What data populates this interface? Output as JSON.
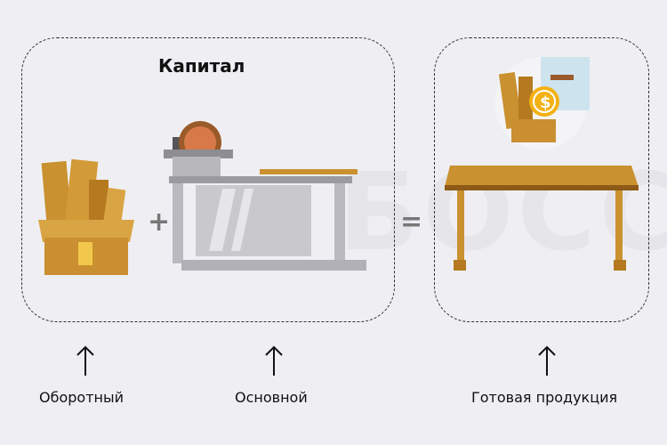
{
  "title": "Капитал",
  "plus_sign": "+",
  "equals_sign": "=",
  "watermark": "БОСС",
  "labels": {
    "working": "Оборотный",
    "fixed": "Основной",
    "product": "Готовая продукция"
  },
  "icons": [
    "wood-box-icon",
    "saw-table-icon",
    "table-icon",
    "money-coin-icon",
    "up-arrow-icon"
  ],
  "colors": {
    "background": "#efeff3",
    "wood": "#c9912f",
    "box_front": "#d9a444",
    "steel": "#c9c9cc",
    "coin": "#f3b114"
  }
}
